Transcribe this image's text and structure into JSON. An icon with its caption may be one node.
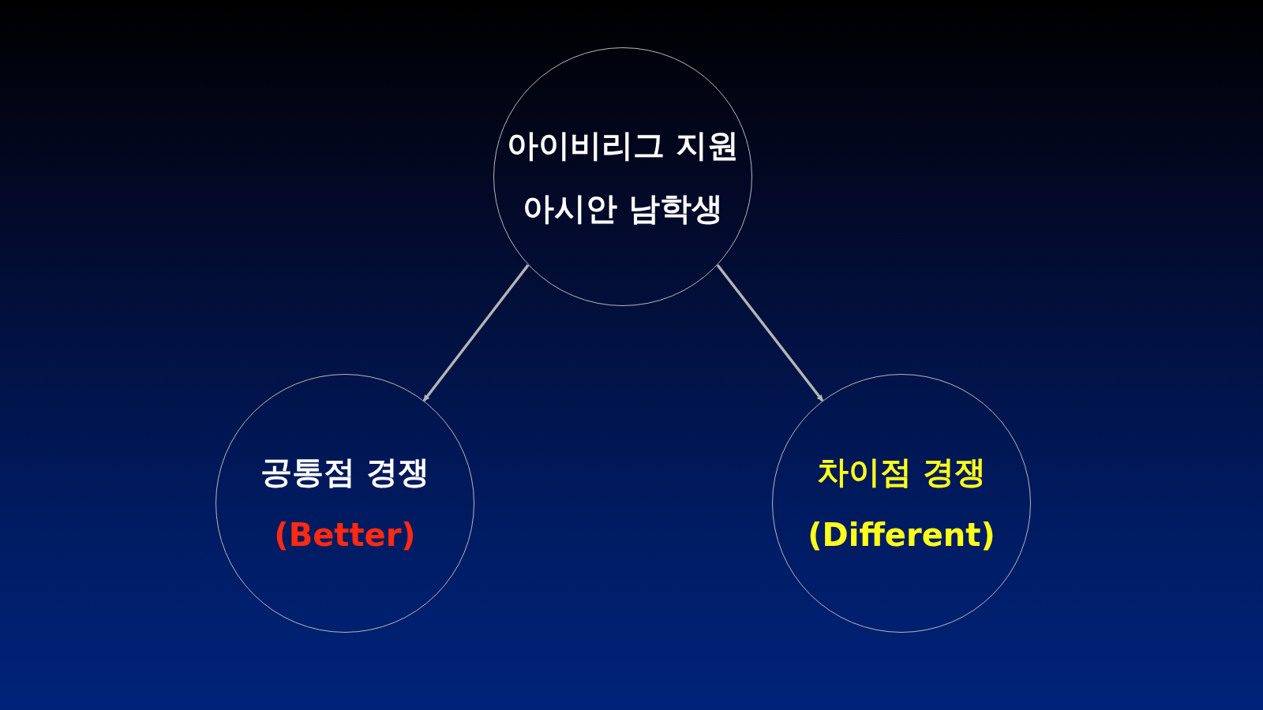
{
  "diagram": {
    "nodes": [
      {
        "text": [
          "아이비리그 지원",
          "아시안 남학생"
        ]
      },
      {
        "text": [
          "공통점 경쟁",
          "(Better)"
        ]
      },
      {
        "text": [
          "차이점 경쟁",
          "(Different)"
        ]
      }
    ],
    "edges": [
      {
        "from": 0,
        "to": 1,
        "arrow": "to"
      },
      {
        "from": 0,
        "to": 2,
        "arrow": "to"
      }
    ]
  }
}
